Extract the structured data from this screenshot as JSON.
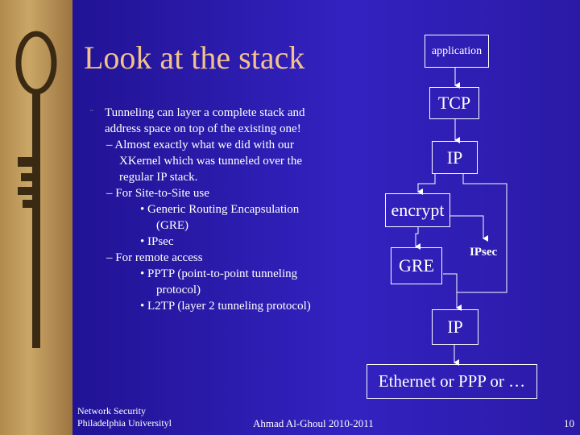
{
  "slide": {
    "title": "Look at the stack",
    "bullets": {
      "l1_text": "Tunneling can layer a complete stack and address space on top of the existing one!",
      "l2_a": "– Almost exactly what we did with our XKernel which was tunneled over the regular IP stack.",
      "l2_b": "– For Site-to-Site use",
      "l3_a": "• Generic Routing Encapsulation (GRE)",
      "l3_b": "• IPsec",
      "l2_c": "– For remote access",
      "l3_c": "• PPTP (point-to-point tunneling protocol)",
      "l3_d": "• L2TP (layer 2 tunneling protocol)"
    },
    "bullet_mark": "¨"
  },
  "diagram": {
    "application": "application",
    "tcp": "TCP",
    "ip_top": "IP",
    "encrypt": "encrypt",
    "gre": "GRE",
    "ipsec": "IPsec",
    "ip_bottom": "IP",
    "link": "Ethernet or PPP or …"
  },
  "footer": {
    "course_line1": "Network Security",
    "course_line2": "Philadelphia Universityl",
    "author": "Ahmad Al-Ghoul 2010-2011",
    "page_number": "10"
  },
  "colors": {
    "title": "#f3c28c",
    "background": "#2a1aa8",
    "text": "#ffffff"
  },
  "icons": {
    "decoration": "old-key-icon"
  }
}
